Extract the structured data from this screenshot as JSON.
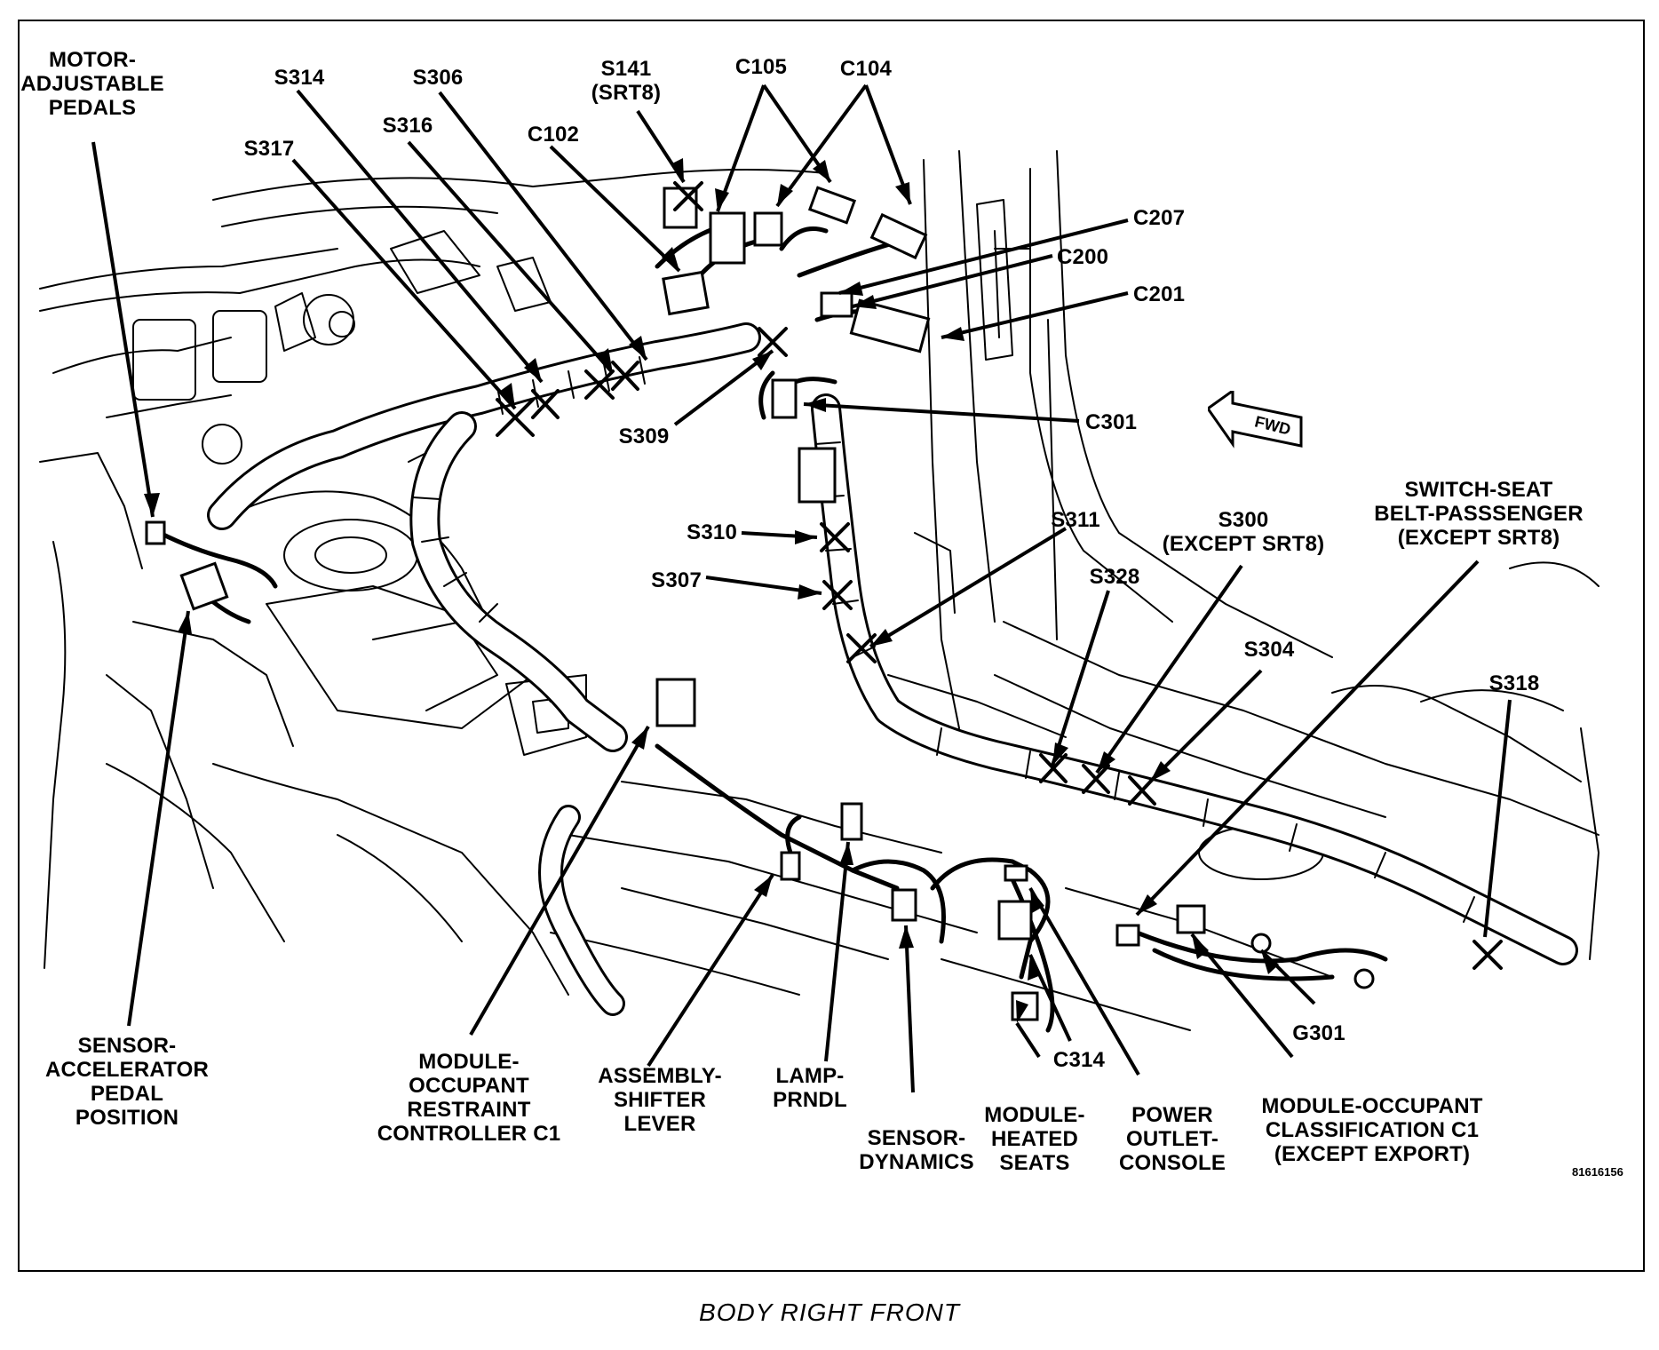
{
  "diagram": {
    "caption": "BODY RIGHT FRONT",
    "figure_code": "81616156",
    "direction_arrow": "FWD",
    "labels": {
      "motor_pedals": "MOTOR-\nADJUSTABLE\nPEDALS",
      "s314": "S314",
      "s306": "S306",
      "s316": "S316",
      "s317": "S317",
      "s141": "S141\n(SRT8)",
      "c105": "C105",
      "c104": "C104",
      "c102": "C102",
      "c207": "C207",
      "c200": "C200",
      "c201": "C201",
      "c301": "C301",
      "s309": "S309",
      "s310": "S310",
      "s307": "S307",
      "s311": "S311",
      "s300": "S300\n(EXCEPT SRT8)",
      "switch_seat_belt": "SWITCH-SEAT\nBELT-PASSSENGER\n(EXCEPT SRT8)",
      "s328": "S328",
      "s304": "S304",
      "s318": "S318",
      "sensor_accel": "SENSOR-\nACCELERATOR\nPEDAL\nPOSITION",
      "module_orc": "MODULE-\nOCCUPANT\nRESTRAINT\nCONTROLLER C1",
      "shifter": "ASSEMBLY-\nSHIFTER\nLEVER",
      "lamp_prndl": "LAMP-\nPRNDL",
      "sensor_dynamics": "SENSOR-\nDYNAMICS",
      "heated_seats": "MODULE-\nHEATED\nSEATS",
      "c314": "C314",
      "power_outlet": "POWER\nOUTLET-\nCONSOLE",
      "g301": "G301",
      "module_occ_class": "MODULE-OCCUPANT\nCLASSIFICATION C1\n(EXCEPT EXPORT)"
    }
  }
}
